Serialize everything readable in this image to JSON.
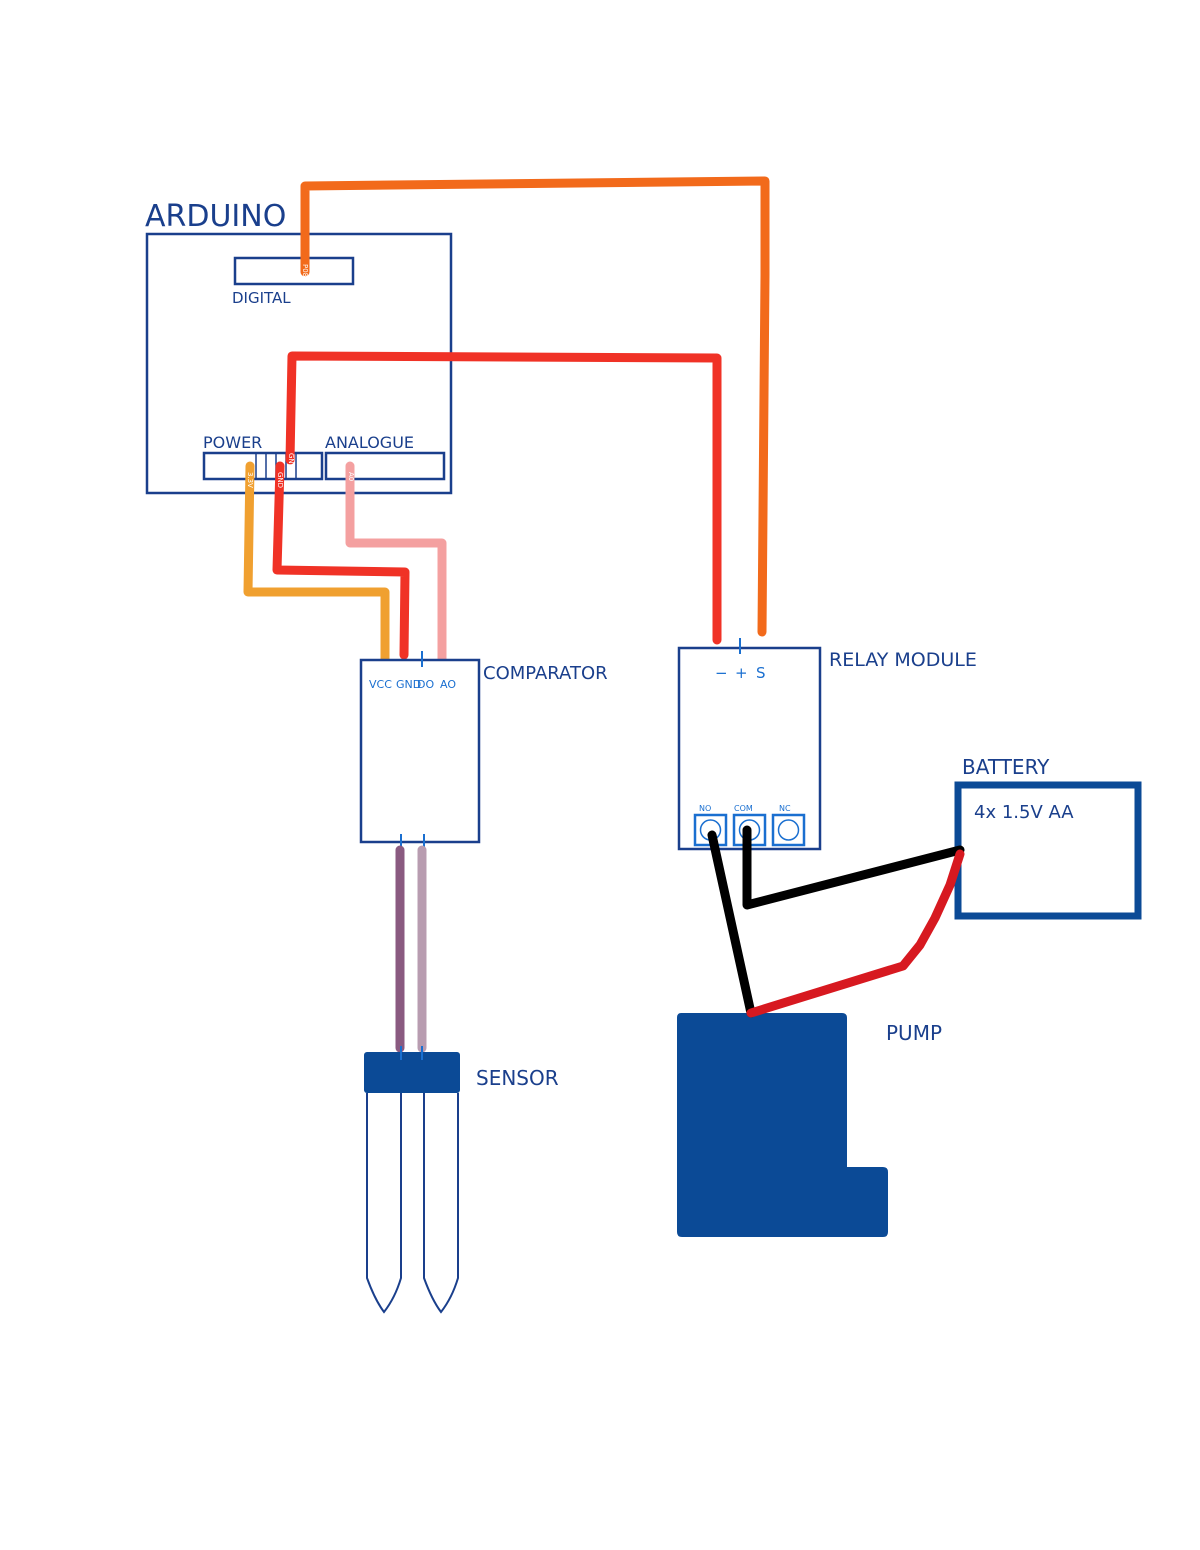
{
  "colors": {
    "outline": "#1a3f8c",
    "pin_text": "#1a6fd0",
    "wire_orange": "#f26a1b",
    "wire_red": "#f03226",
    "wire_yellow_orange": "#f0a030",
    "wire_pink": "#f4a0a0",
    "wire_purple": "#8a5a80",
    "wire_mauve": "#b89cb0",
    "wire_black": "#000000",
    "wire_dark_red": "#d71920",
    "fill_blue": "#0b4a96"
  },
  "arduino": {
    "title": "ARDUINO",
    "digital_label": "DIGITAL",
    "power_label": "POWER",
    "analogue_label": "ANALOGUE",
    "pin_digital": "P08",
    "pin_3v": "3.3V",
    "pin_gnd1": "GND",
    "pin_gnd2": "GND",
    "pin_a0": "A0"
  },
  "comparator": {
    "label": "COMPARATOR",
    "pins": [
      "VCC",
      "GND",
      "DO",
      "AO"
    ]
  },
  "relay": {
    "label": "RELAY MODULE",
    "pins": [
      "−",
      "+",
      "S"
    ],
    "terminals": [
      "NO",
      "COM",
      "NC"
    ]
  },
  "battery": {
    "label": "BATTERY",
    "spec": "4x 1.5V AA"
  },
  "pump": {
    "label": "PUMP"
  },
  "sensor": {
    "label": "SENSOR"
  }
}
